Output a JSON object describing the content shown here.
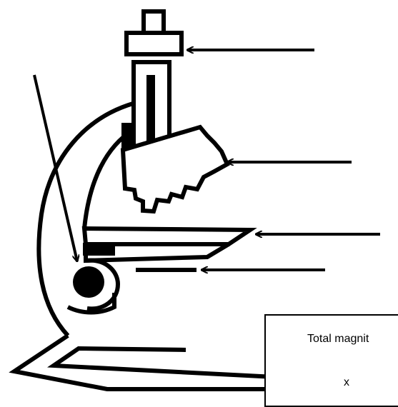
{
  "magnification_box": {
    "label": "Total magnit",
    "multiply_sign": "x"
  },
  "parts": [
    {
      "name": "eyepiece",
      "label": ""
    },
    {
      "name": "objective-lenses",
      "label": ""
    },
    {
      "name": "stage",
      "label": ""
    },
    {
      "name": "diaphragm",
      "label": ""
    },
    {
      "name": "focus-knob",
      "label": ""
    }
  ]
}
